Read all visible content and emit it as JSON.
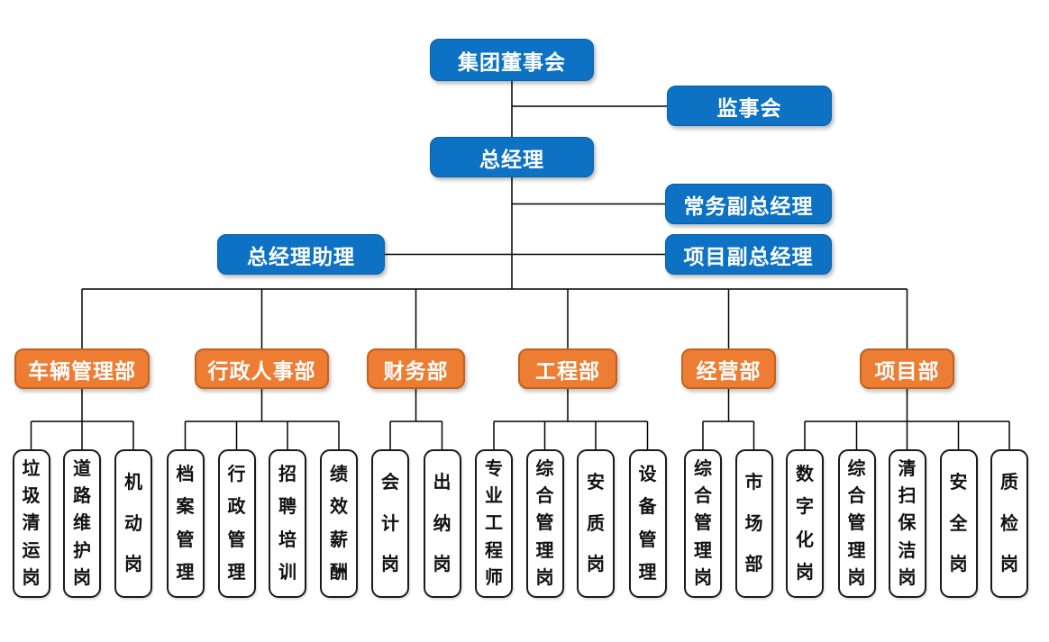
{
  "colors": {
    "blue": "#0D72C4",
    "blue_border": "#0A5FA8",
    "orange": "#ED7D33",
    "orange_border": "#C2611F",
    "line": "#000000",
    "pos_border": "#1a1a1a"
  },
  "nodes": {
    "board": {
      "label": "集团董事会"
    },
    "supervisory": {
      "label": "监事会"
    },
    "general_manager": {
      "label": "总经理"
    },
    "executive_deputy_gm": {
      "label": "常务副总经理"
    },
    "gm_assistant": {
      "label": "总经理助理"
    },
    "project_deputy_gm": {
      "label": "项目副总经理"
    }
  },
  "departments": [
    {
      "label": "车辆管理部",
      "positions": [
        "垃圾清运岗",
        "道路维护岗",
        "机动岗"
      ]
    },
    {
      "label": "行政人事部",
      "positions": [
        "档案管理",
        "行政管理",
        "招聘培训",
        "绩效薪酬"
      ]
    },
    {
      "label": "财务部",
      "positions": [
        "会计岗",
        "出纳岗"
      ]
    },
    {
      "label": "工程部",
      "positions": [
        "专业工程师",
        "综合管理岗",
        "安质岗",
        "设备管理"
      ]
    },
    {
      "label": "经营部",
      "positions": [
        "综合管理岗",
        "市场部"
      ]
    },
    {
      "label": "项目部",
      "positions": [
        "数字化岗",
        "综合管理岗",
        "清扫保洁岗",
        "安全岗",
        "质检岗"
      ]
    }
  ]
}
